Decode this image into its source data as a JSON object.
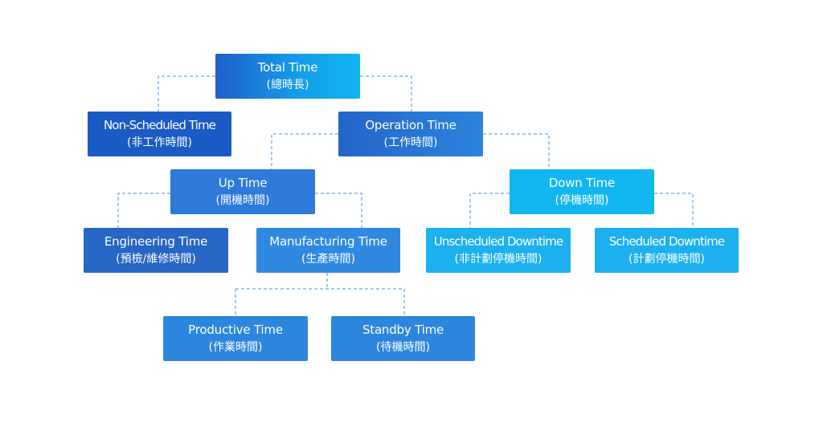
{
  "colors": {
    "connector": "#4a90d9",
    "dark_blue": "#1a5bc6",
    "mid_blue": "#2d7ad8",
    "light_blue": "#11b6f1"
  },
  "nodes": {
    "total": {
      "en": "Total Time",
      "zh": "(總時長)"
    },
    "non_sched": {
      "en": "Non-Scheduled Time",
      "zh": "(非工作時間)"
    },
    "operation": {
      "en": "Operation Time",
      "zh": "(工作時間)"
    },
    "up": {
      "en": "Up Time",
      "zh": "(開機時間)"
    },
    "down": {
      "en": "Down Time",
      "zh": "(停機時間)"
    },
    "engineering": {
      "en": "Engineering Time",
      "zh": "(預檢/維修時間)"
    },
    "manufacturing": {
      "en": "Manufacturing Time",
      "zh": "(生產時間)"
    },
    "unscheduled": {
      "en": "Unscheduled Downtime",
      "zh": "(非計劃停機時間)"
    },
    "scheduled": {
      "en": "Scheduled Downtime",
      "zh": "(計劃停機時間)"
    },
    "productive": {
      "en": "Productive Time",
      "zh": "(作業時間)"
    },
    "standby": {
      "en": "Standby Time",
      "zh": "(待機時間)"
    }
  }
}
